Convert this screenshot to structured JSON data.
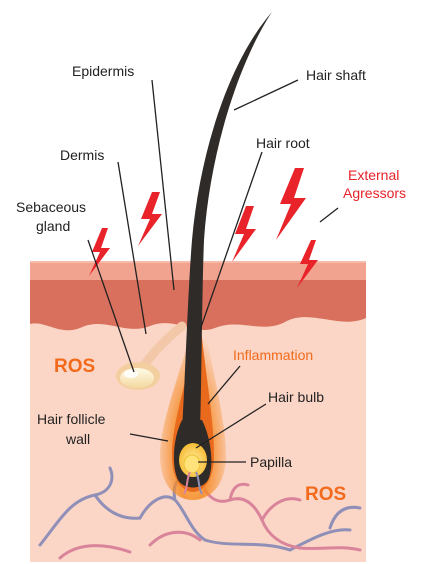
{
  "labels": {
    "epidermis": "Epidermis",
    "hair_shaft": "Hair shaft",
    "dermis": "Dermis",
    "hair_root": "Hair root",
    "external_line1": "External",
    "external_line2": "Agressors",
    "sebaceous_line1": "Sebaceous",
    "sebaceous_line2": "gland",
    "ros_left": "ROS",
    "inflammation": "Inflammation",
    "hair_bulb": "Hair bulb",
    "follicle_line1": "Hair follicle",
    "follicle_line2": "wall",
    "papilla": "Papilla",
    "ros_right": "ROS"
  },
  "icons": {
    "lightning": "lightning-bolt-icon"
  },
  "colors": {
    "skin_light": "#fbd6c6",
    "skin_dermis": "#d9705d",
    "skin_epidermis": "#f2a38f",
    "hair": "#2e2b28",
    "inflammation_glow": "#f58a24",
    "bulb": "#f6b526",
    "papilla": "#ffe27a",
    "lightning": "#e8232a",
    "accent_red": "#e8232a",
    "accent_orange": "#f26a1b"
  }
}
